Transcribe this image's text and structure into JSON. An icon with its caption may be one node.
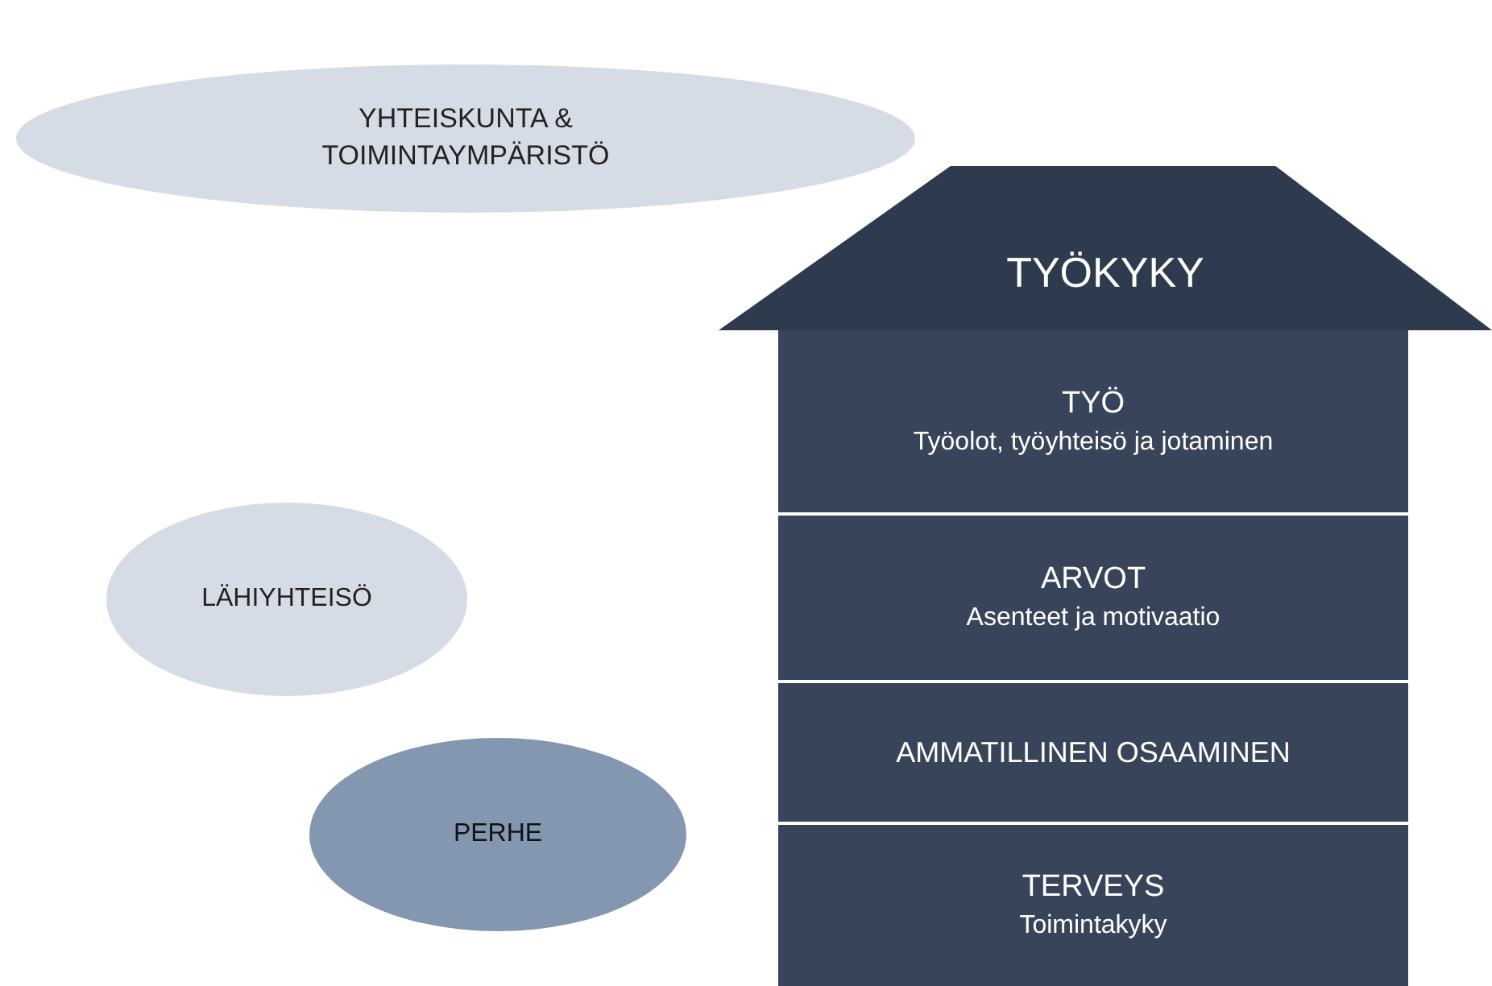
{
  "diagram": {
    "nodes": [
      {
        "text": [
          "YHTEISKUNTA & TOIMINTAYMPÄRISTÖ"
        ]
      },
      {
        "text": [
          "TYÖKYKY"
        ]
      },
      {
        "text": [
          "TYÖ",
          "Työolot, työyhteisö ja jotaminen"
        ]
      },
      {
        "text": [
          "LÄHIYHTEISÖ"
        ]
      },
      {
        "text": [
          "ARVOT",
          "Asenteet ja motivaatio"
        ]
      },
      {
        "text": [
          "AMMATILLINEN OSAAMINEN"
        ]
      },
      {
        "text": [
          "PERHE"
        ]
      },
      {
        "text": [
          "TERVEYS",
          "Toimintakyky"
        ]
      }
    ]
  }
}
